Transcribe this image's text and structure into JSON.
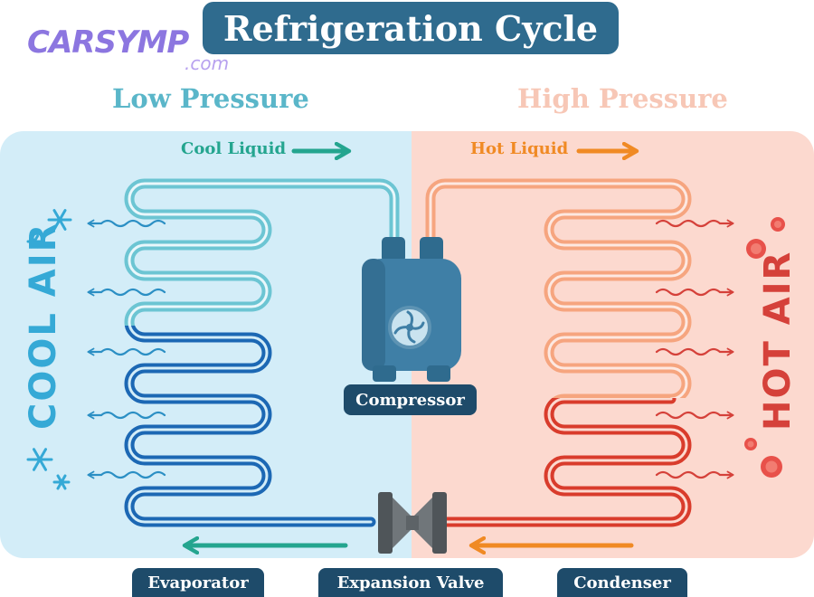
{
  "title": "Refrigeration Cycle",
  "logo": {
    "text": "CARSYMP",
    "sub": ".com"
  },
  "sections": {
    "low": "Low Pressure",
    "high": "High Pressure"
  },
  "flows": {
    "cool_liquid": "Cool Liquid",
    "hot_liquid": "Hot Liquid"
  },
  "air": {
    "cool": "COOL AIR",
    "hot": "HOT AIR"
  },
  "components": {
    "compressor": "Compressor",
    "evaporator": "Evaporator",
    "expansion_valve": "Expansion Valve",
    "condenser": "Condenser"
  },
  "colors": {
    "cool_panel": "#d3edf8",
    "hot_panel": "#fcd9cf",
    "cool_coil_light": "#6cc5d3",
    "cool_coil_dark": "#1c68b4",
    "hot_coil_light": "#f6a57f",
    "hot_coil_dark": "#d93c2c",
    "compressor": "#3f7fa6",
    "title_bar": "#2f6b8e",
    "label_box": "#1e4b6a"
  }
}
